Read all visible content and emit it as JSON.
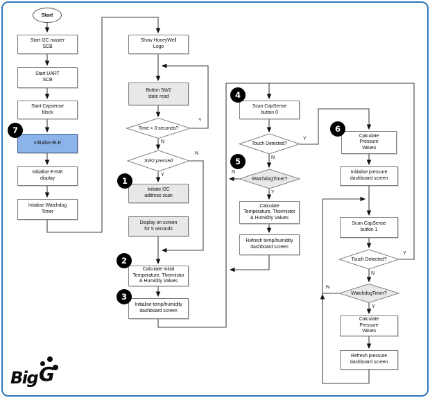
{
  "diagram": {
    "kind": "firmware-flowchart",
    "colors": {
      "frame_border": "#2E75B6",
      "highlight_box": "#8DB4EA",
      "process_gray": "#E8E8E8",
      "line": "#404040"
    }
  },
  "labels": {
    "yes": "Y",
    "no": "N"
  },
  "badges": {
    "b1": "1",
    "b2": "2",
    "b3": "3",
    "b4": "4",
    "b5": "5",
    "b6": "6",
    "b7": "7"
  },
  "col1": {
    "start": "Start",
    "i2c": "Start I2C master\nSCB",
    "uart": "Start UART\nSCB",
    "capsense": "Start Capsense\nblock",
    "ble": "Initialise BLE",
    "eink": "Initialise E-INK\ndisplay",
    "watchdog": "Intialise Watchdog\nTimer"
  },
  "col2": {
    "honeywell": "Show HoneyWell\nLogo",
    "sw2_read": "Button SW2\nstate read",
    "time_q": "Time < 3 seconds?",
    "sw2_q": "SW2 pressed",
    "i2c_scan": "Initiate I2C\naddress scan",
    "display5s": "Display on screen\nfor 5 seconds",
    "calc_initial": "Calculate Initial\nTemperature, Thermistor\n& Humidity Values",
    "init_dash": "Initialise temp/humidity\ndashboard screen"
  },
  "col3": {
    "scan0": "Scan CapSense\nbutton 0",
    "touch_q": "Touch Detected?",
    "watchdog_q": "WatchdogTimer?",
    "calc_temp": "Calculate\nTemperature, Thermistor\n& Humidity Values",
    "refresh": "Refresh temp/humidity\ndashboard screen"
  },
  "col4": {
    "calc_pressure": "Calculate\nPressure\nValues",
    "init_dash": "Initialise pressure\ndashboard screen",
    "scan1": "Scan CapSense\nbutton 1",
    "touch_q": "Touch Detected?",
    "watchdog_q": "WatchdogTimer?",
    "calc_pressure2": "Calculate\nPressure\nValues",
    "refresh": "Refresh pressure\ndashboard screen"
  },
  "logo": {
    "big": "Big",
    "g": "G"
  }
}
